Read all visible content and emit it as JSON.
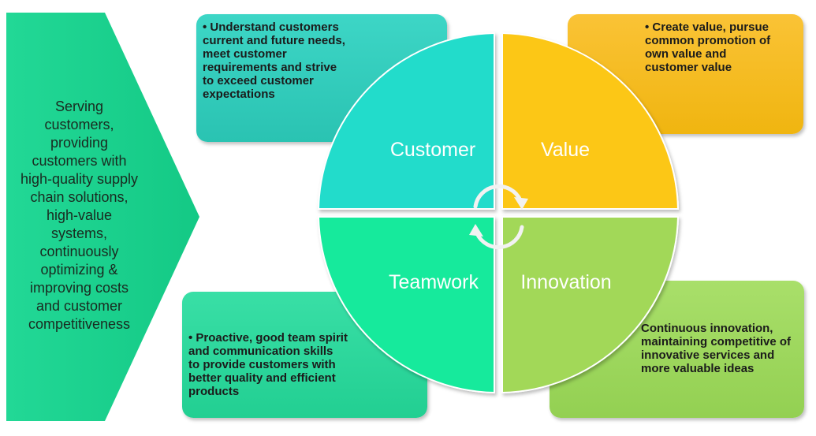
{
  "arrow": {
    "text": "Serving\ncustomers,\nproviding\ncustomers with\nhigh-quality supply\nchain solutions,\nhigh-value\nsystems,\ncontinuously\noptimizing &\nimproving costs\nand customer\ncompetitiveness",
    "color": "#1fd391"
  },
  "boxes": {
    "customer": "Understand customers\ncurrent and future needs,\nmeet customer\nrequirements and strive\nto exceed customer\nexpectations",
    "value": "Create value, pursue\ncommon promotion of\nown value and\ncustomer value",
    "teamwork": "Proactive, good team spirit\nand communication skills\nto provide customers with\nbetter quality and efficient\nproducts",
    "innovation": "Continuous innovation,\nmaintaining competitive of\ninnovative services and\nmore valuable ideas"
  },
  "quadrants": {
    "customer": "Customer",
    "value": "Value",
    "teamwork": "Teamwork",
    "innovation": "Innovation"
  },
  "colors": {
    "customer": "#22dccb",
    "value": "#fcc712",
    "teamwork": "#13ea9c",
    "innovation": "#a2d858"
  },
  "icons": {
    "center": "cycle-arrows-icon"
  }
}
